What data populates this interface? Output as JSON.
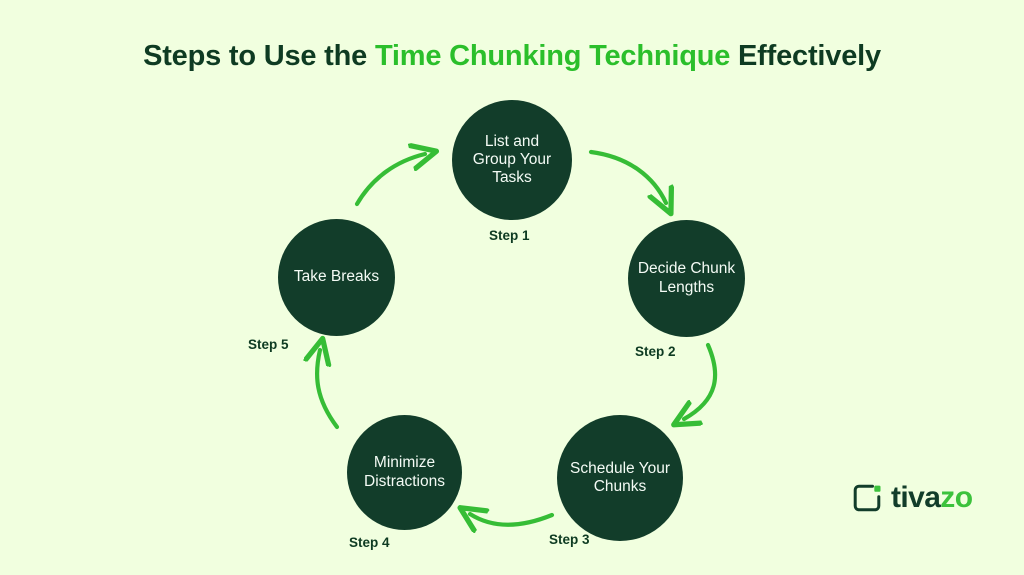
{
  "page": {
    "background_color": "#f1ffdf",
    "title_parts": {
      "before": "Steps to Use the ",
      "accent": "Time Chunking Technique",
      "after": " Effectively"
    },
    "title_full": "Steps to Use the Time Chunking Technique Effectively"
  },
  "theme": {
    "dark_green": "#123d2a",
    "bright_green": "#2bbf2b",
    "arrow_green": "#36bd36",
    "circle_text": "#f4fbf5",
    "label_color": "#0e3b22"
  },
  "diagram": {
    "type": "cycle",
    "nodes": [
      {
        "id": 1,
        "text": "List and Group Your Tasks",
        "lines": [
          "List and",
          "Group Your",
          "Tasks"
        ],
        "step_label": "Step 1"
      },
      {
        "id": 2,
        "text": "Decide Chunk Lengths",
        "lines": [
          "Decide Chunk",
          "Lengths"
        ],
        "step_label": "Step 2"
      },
      {
        "id": 3,
        "text": "Schedule Your Chunks",
        "lines": [
          "Schedule Your",
          "Chunks"
        ],
        "step_label": "Step 3"
      },
      {
        "id": 4,
        "text": "Minimize Distractions",
        "lines": [
          "Minimize",
          "Distractions"
        ],
        "step_label": "Step 4"
      },
      {
        "id": 5,
        "text": "Take Breaks",
        "lines": [
          "Take Breaks"
        ],
        "step_label": "Step 5"
      }
    ],
    "arrows": [
      {
        "from": 1,
        "to": 2,
        "direction": "down-right"
      },
      {
        "from": 2,
        "to": 3,
        "direction": "down"
      },
      {
        "from": 3,
        "to": 4,
        "direction": "left"
      },
      {
        "from": 4,
        "to": 5,
        "direction": "up"
      },
      {
        "from": 5,
        "to": 1,
        "direction": "up-right"
      }
    ]
  },
  "logo": {
    "name": "tivazo",
    "text_dark": "tiva",
    "text_light": "zo",
    "mark": "rounded-square-notch-icon"
  }
}
